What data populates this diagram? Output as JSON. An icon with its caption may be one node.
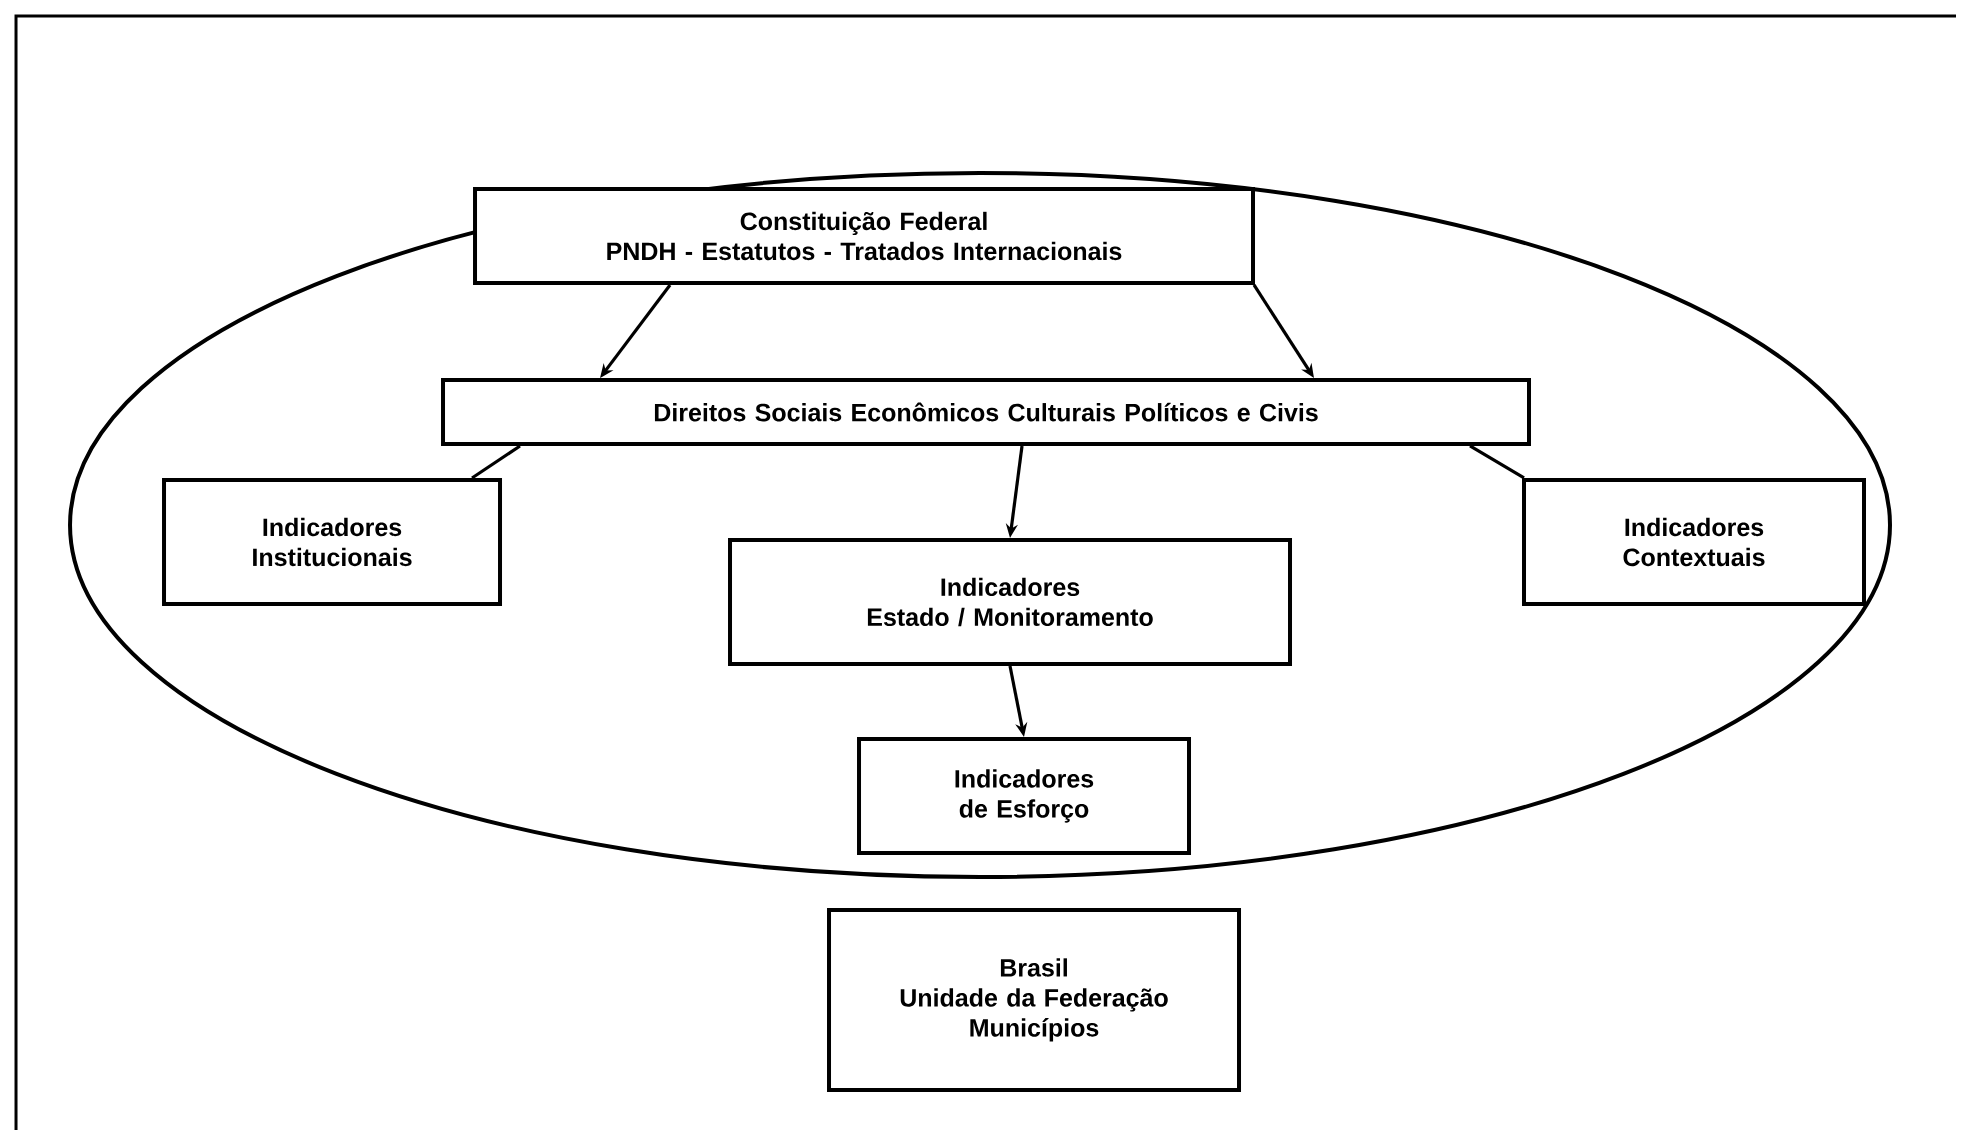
{
  "diagram": {
    "nodes": [
      {
        "text": [],
        "shape": "ellipse"
      },
      {
        "text": [
          "Constituição Federal",
          "PNDH -  Estatutos - Tratados Internacionais"
        ],
        "in": 0
      },
      {
        "text": [
          "Direitos  Sociais   Econômicos  Culturais    Políticos e Civis"
        ],
        "in": 0
      },
      {
        "text": [
          "Indicadores Institucionais"
        ],
        "in": 0
      },
      {
        "text": [
          "Indicadores",
          "Estado /  Monitoramento"
        ],
        "in": 0
      },
      {
        "text": [
          "Indicadores Contextuais"
        ],
        "in": 0
      },
      {
        "text": [
          "Indicadores de Esforço"
        ],
        "in": 0
      },
      {
        "text": [
          "Brasil",
          "Unidade da Federação",
          "Municípios"
        ]
      }
    ],
    "edges": [
      {
        "from": 1,
        "to": 2,
        "arrow": "to"
      },
      {
        "from": 1,
        "to": 2,
        "arrow": "to"
      },
      {
        "from": 2,
        "to": 3,
        "arrow": "none"
      },
      {
        "from": 2,
        "to": 5,
        "arrow": "none"
      },
      {
        "from": 2,
        "to": 4,
        "arrow": "to"
      },
      {
        "from": 4,
        "to": 6,
        "arrow": "to"
      }
    ]
  }
}
